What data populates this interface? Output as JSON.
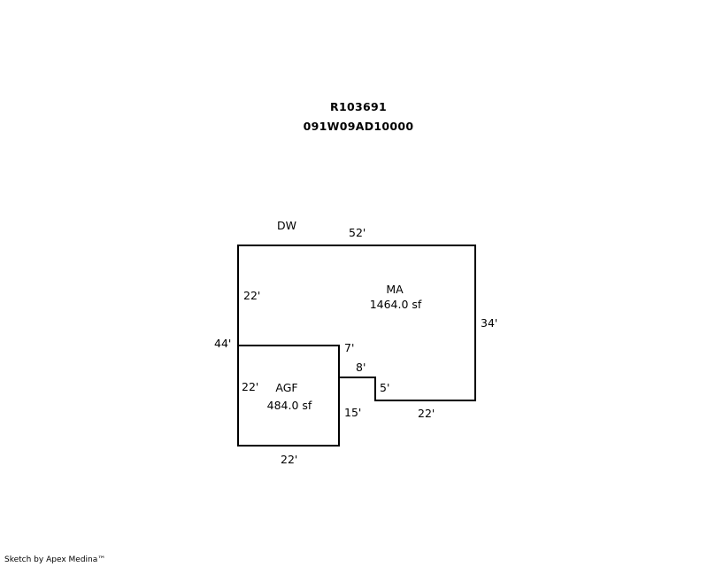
{
  "header": {
    "parcel_id": "R103691",
    "map_number": "091W09AD10000"
  },
  "sketch": {
    "labels": {
      "dw": "DW",
      "ma_top": "52'",
      "ma_left_upper": "22'",
      "overall_left": "44'",
      "ma_right": "34'",
      "notch_top": "7'",
      "notch_width": "8'",
      "notch_depth": "5'",
      "ma_bottom": "22'",
      "agf_left": "22'",
      "agf_right": "15'",
      "agf_bottom": "22'"
    },
    "areas": {
      "ma": {
        "code": "MA",
        "area": "1464.0 sf"
      },
      "agf": {
        "code": "AGF",
        "area": "484.0 sf"
      }
    },
    "line_color": "#000000"
  },
  "footer": {
    "credit": "Sketch by Apex Medina™"
  }
}
